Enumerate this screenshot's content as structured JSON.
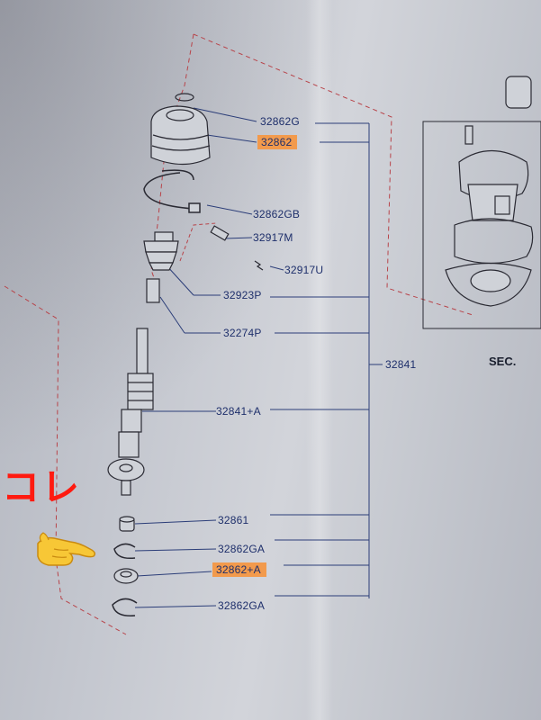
{
  "labels": {
    "p32862G": "32862G",
    "p32862": "32862",
    "p32862GB": "32862GB",
    "p32917M": "32917M",
    "p32917U": "32917U",
    "p32923P": "32923P",
    "p32274P": "32274P",
    "p32841": "32841",
    "p32841A": "32841+A",
    "p32861": "32861",
    "p32862GA_1": "32862GA",
    "p32862A": "32862+A",
    "p32862GA_2": "32862GA",
    "sec": "SEC."
  },
  "annotation": {
    "kore": "コレ"
  },
  "colors": {
    "highlight": "#f29a4c",
    "label_text": "#1e2f6b",
    "dashed_line": "#b8444a",
    "annotation": "#ff1a10"
  },
  "icons": {
    "pointer": "pointing-hand-icon"
  }
}
